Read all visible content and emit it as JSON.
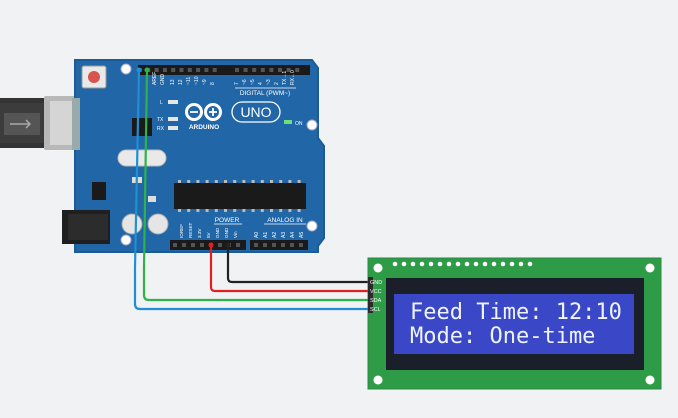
{
  "board": {
    "name": "Arduino Uno R3",
    "brand": "ARDUINO",
    "model": "UNO",
    "digital_label": "DIGITAL (PWM~)",
    "power_header_label": "POWER",
    "analog_header_label": "ANALOG IN",
    "on_label": "ON",
    "led_labels": [
      "L",
      "TX",
      "RX"
    ],
    "top_pin_labels": [
      "AREF",
      "GND",
      "13",
      "12",
      "~11",
      "~10",
      "~9",
      "8",
      "7",
      "~6",
      "~5",
      "4",
      "~3",
      "2",
      "TX→1",
      "RX←0"
    ],
    "power_pin_labels": [
      "IOREF",
      "RESET",
      "3.3V",
      "5V",
      "GND",
      "GND",
      "Vin"
    ],
    "analog_pin_labels": [
      "A0",
      "A1",
      "A2",
      "A3",
      "A4",
      "A5"
    ],
    "colors": {
      "pcb": "#2166a7",
      "pcb_edge": "#1c5b96",
      "header": "#222222",
      "chip": "#1a1a1a"
    }
  },
  "lcd": {
    "name": "I2C LCD 16x2",
    "pin_labels": [
      "GND",
      "VCC",
      "SDA",
      "SCL"
    ],
    "line1": "Feed Time: 12:10",
    "line2": "Mode: One-time",
    "colors": {
      "pcb": "#2e9b47",
      "screen": "#3a47c6",
      "text": "#eef3ff"
    }
  },
  "wires": [
    {
      "from": "GND",
      "to": "GND",
      "color": "#222222"
    },
    {
      "from": "5V",
      "to": "VCC",
      "color": "#e02020"
    },
    {
      "from": "A4/SDA",
      "to": "SDA",
      "color": "#2db34a"
    },
    {
      "from": "A5/SCL",
      "to": "SCL",
      "color": "#1f8fd6"
    }
  ],
  "usb_cable": {
    "color": "#333333"
  }
}
